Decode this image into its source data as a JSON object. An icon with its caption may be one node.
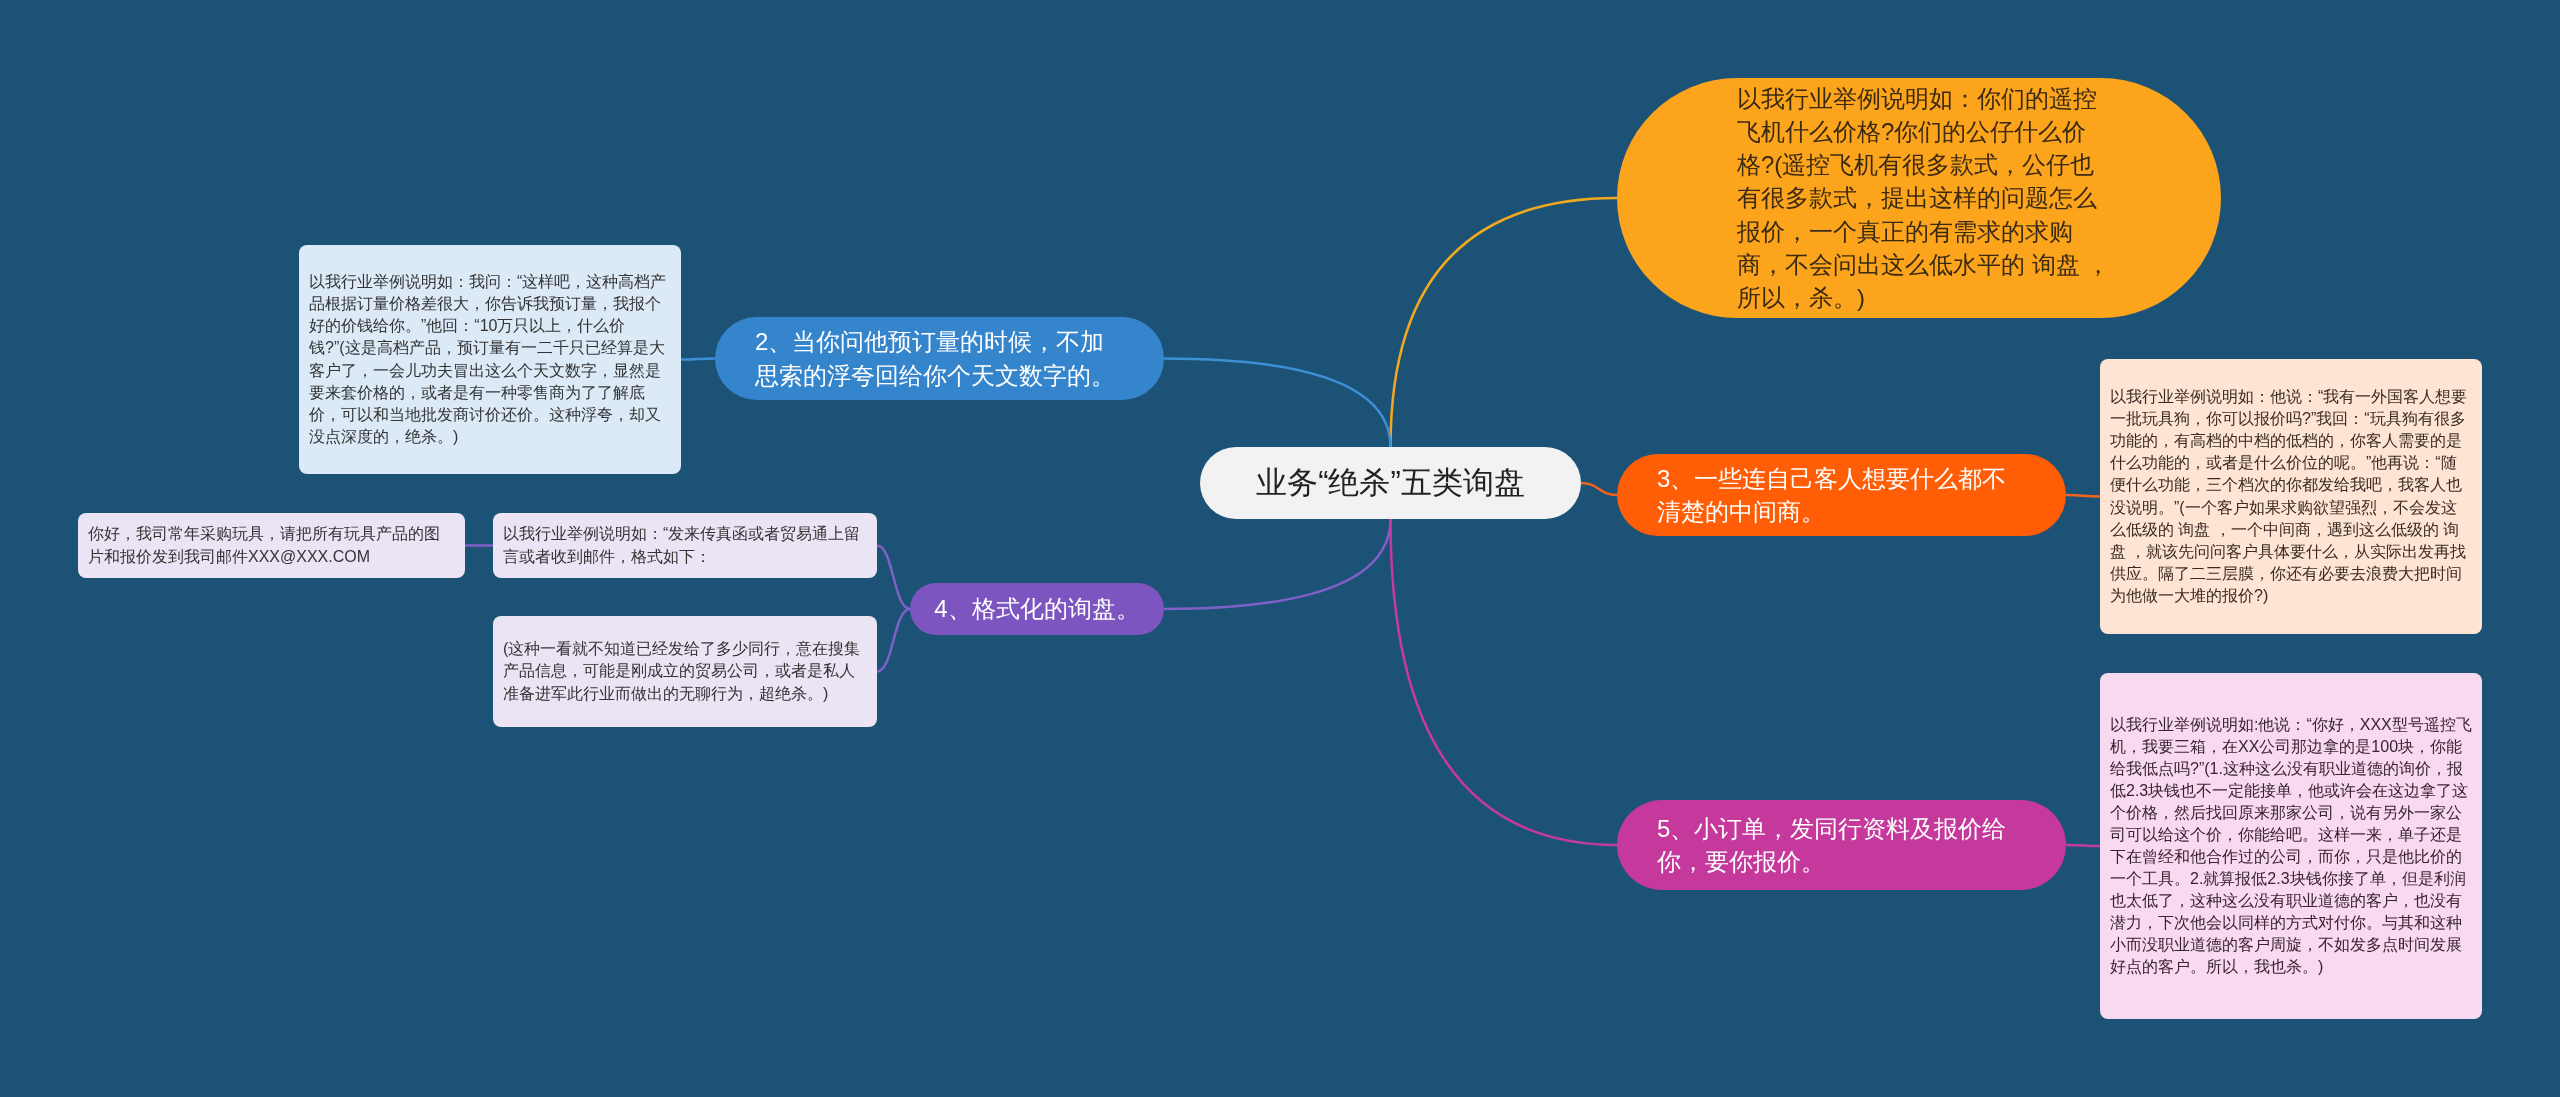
{
  "diagram": {
    "nodes": [
      {
        "text": [
          "业务“绝杀”五类询盘"
        ]
      },
      {
        "text": [
          "以我行业举例说明如：你们的遥控飞机什么价格?你们的公仔什么价格?(遥控飞机有很多款式，公仔也有很多款式，提出这样的问题怎么报价，一个真正的有需求的求购商，不会问出这么低水平的 询盘 ，所以，杀。)"
        ]
      },
      {
        "text": [
          "2、当你问他预订量的时候，不加思索的浮夸回给你个天文数字的。"
        ]
      },
      {
        "text": [
          "以我行业举例说明如：我问：“这样吧，这种高档产品根据订量价格差很大，你告诉我预订量，我报个好的价钱给你。”他回：“10万只以上，什么价钱?”(这是高档产品，预订量有一二千只已经算是大客户了，一会儿功夫冒出这么个天文数字，显然是要来套价格的，或者是有一种零售商为了了解底价，可以和当地批发商讨价还价。这种浮夸，却又没点深度的，绝杀。)"
        ]
      },
      {
        "text": [
          "3、一些连自己客人想要什么都不清楚的中间商。"
        ]
      },
      {
        "text": [
          "以我行业举例说明如：他说：“我有一外国客人想要一批玩具狗，你可以报价吗?”我回：“玩具狗有很多功能的，有高档的中档的低档的，你客人需要的是什么功能的，或者是什么价位的呢。”他再说：“随便什么功能，三个档次的你都发给我吧，我客人也没说明。”(一个客户如果求购欲望强烈，不会发这么低级的 询盘 ，一个中间商，遇到这么低级的 询盘 ，就该先问问客户具体要什么，从实际出发再找供应。隔了二三层膜，你还有必要去浪费大把时间为他做一大堆的报价?)"
        ]
      },
      {
        "text": [
          "4、格式化的询盘。"
        ]
      },
      {
        "text": [
          "以我行业举例说明如：“发来传真函或者贸易通上留言或者收到邮件，格式如下："
        ]
      },
      {
        "text": [
          "你好，我司常年采购玩具，请把所有玩具产品的图片和报价发到我司邮件XXX@XXX.COM"
        ]
      },
      {
        "text": [
          "(这种一看就不知道已经发给了多少同行，意在搜集产品信息，可能是刚成立的贸易公司，或者是私人准备进军此行业而做出的无聊行为，超绝杀。)"
        ]
      },
      {
        "text": [
          "5、小订单，发同行资料及报价给你，要你报价。"
        ]
      },
      {
        "text": [
          "以我行业举例说明如:他说：“你好，XXX型号遥控飞机，我要三箱，在XX公司那边拿的是100块，你能给我低点吗?”(1.这种这么没有职业道德的询价，报低2.3块钱也不一定能接单，他或许会在这边拿了这个价格，然后找回原来那家公司，说有另外一家公司可以给这个价，你能给吧。这样一来，单子还是下在曾经和他合作过的公司，而你，只是他比价的一个工具。2.就算报低2.3块钱你接了单，但是利润也太低了，这种这么没有职业道德的客户，也没有潜力，下次他会以同样的方式对付你。与其和这种小而没职业道德的客户周旋，不如发多点时间发展好点的客户。所以，我也杀。)"
        ]
      }
    ],
    "edges": [
      {
        "from": 0,
        "to": 1,
        "arrow": "none",
        "color": "#f2a91f"
      },
      {
        "from": 0,
        "to": 2,
        "arrow": "none",
        "color": "#3d8fd6"
      },
      {
        "from": 2,
        "to": 3,
        "arrow": "none",
        "color": "#3d8fd6"
      },
      {
        "from": 0,
        "to": 4,
        "arrow": "none",
        "color": "#f5621a"
      },
      {
        "from": 4,
        "to": 5,
        "arrow": "none",
        "color": "#f5621a"
      },
      {
        "from": 0,
        "to": 6,
        "arrow": "none",
        "color": "#8060c8"
      },
      {
        "from": 6,
        "to": 7,
        "arrow": "none",
        "color": "#8060c8"
      },
      {
        "from": 7,
        "to": 8,
        "arrow": "none",
        "color": "#8060c8"
      },
      {
        "from": 6,
        "to": 9,
        "arrow": "none",
        "color": "#8060c8"
      },
      {
        "from": 0,
        "to": 10,
        "arrow": "none",
        "color": "#c43a9e"
      },
      {
        "from": 10,
        "to": 11,
        "arrow": "none",
        "color": "#c43a9e"
      }
    ]
  }
}
